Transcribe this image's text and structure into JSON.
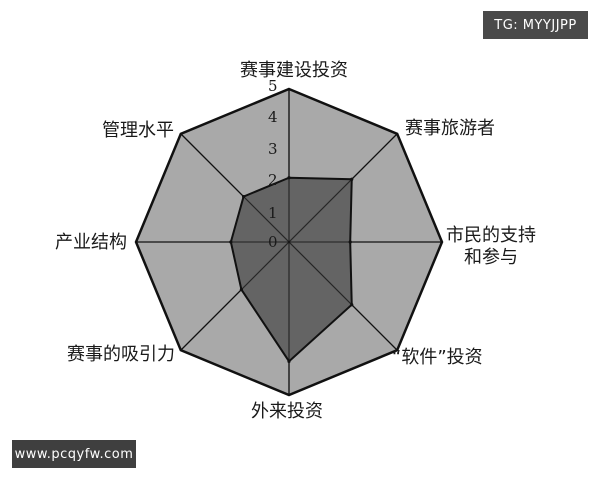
{
  "chart_data": {
    "type": "radar",
    "axes": [
      "赛事建设投资",
      "赛事旅游者",
      "市民的支持\n和参与",
      "“软件”投资",
      "外来投资",
      "赛事的吸引力",
      "产业结构",
      "管理水平"
    ],
    "scale_ticks": [
      "0",
      "1",
      "2",
      "3",
      "4",
      "5"
    ],
    "rmax": 5,
    "values": [
      2.1,
      2.9,
      2.0,
      2.9,
      3.9,
      2.2,
      1.9,
      2.1
    ],
    "colors": {
      "outer_fill": "#a9a9a9",
      "inner_fill": "#5c5c5c",
      "stroke": "#111111"
    }
  },
  "watermarks": {
    "top": "TG: MYYJJPP",
    "bottom": "www.pcqyfw.com"
  }
}
